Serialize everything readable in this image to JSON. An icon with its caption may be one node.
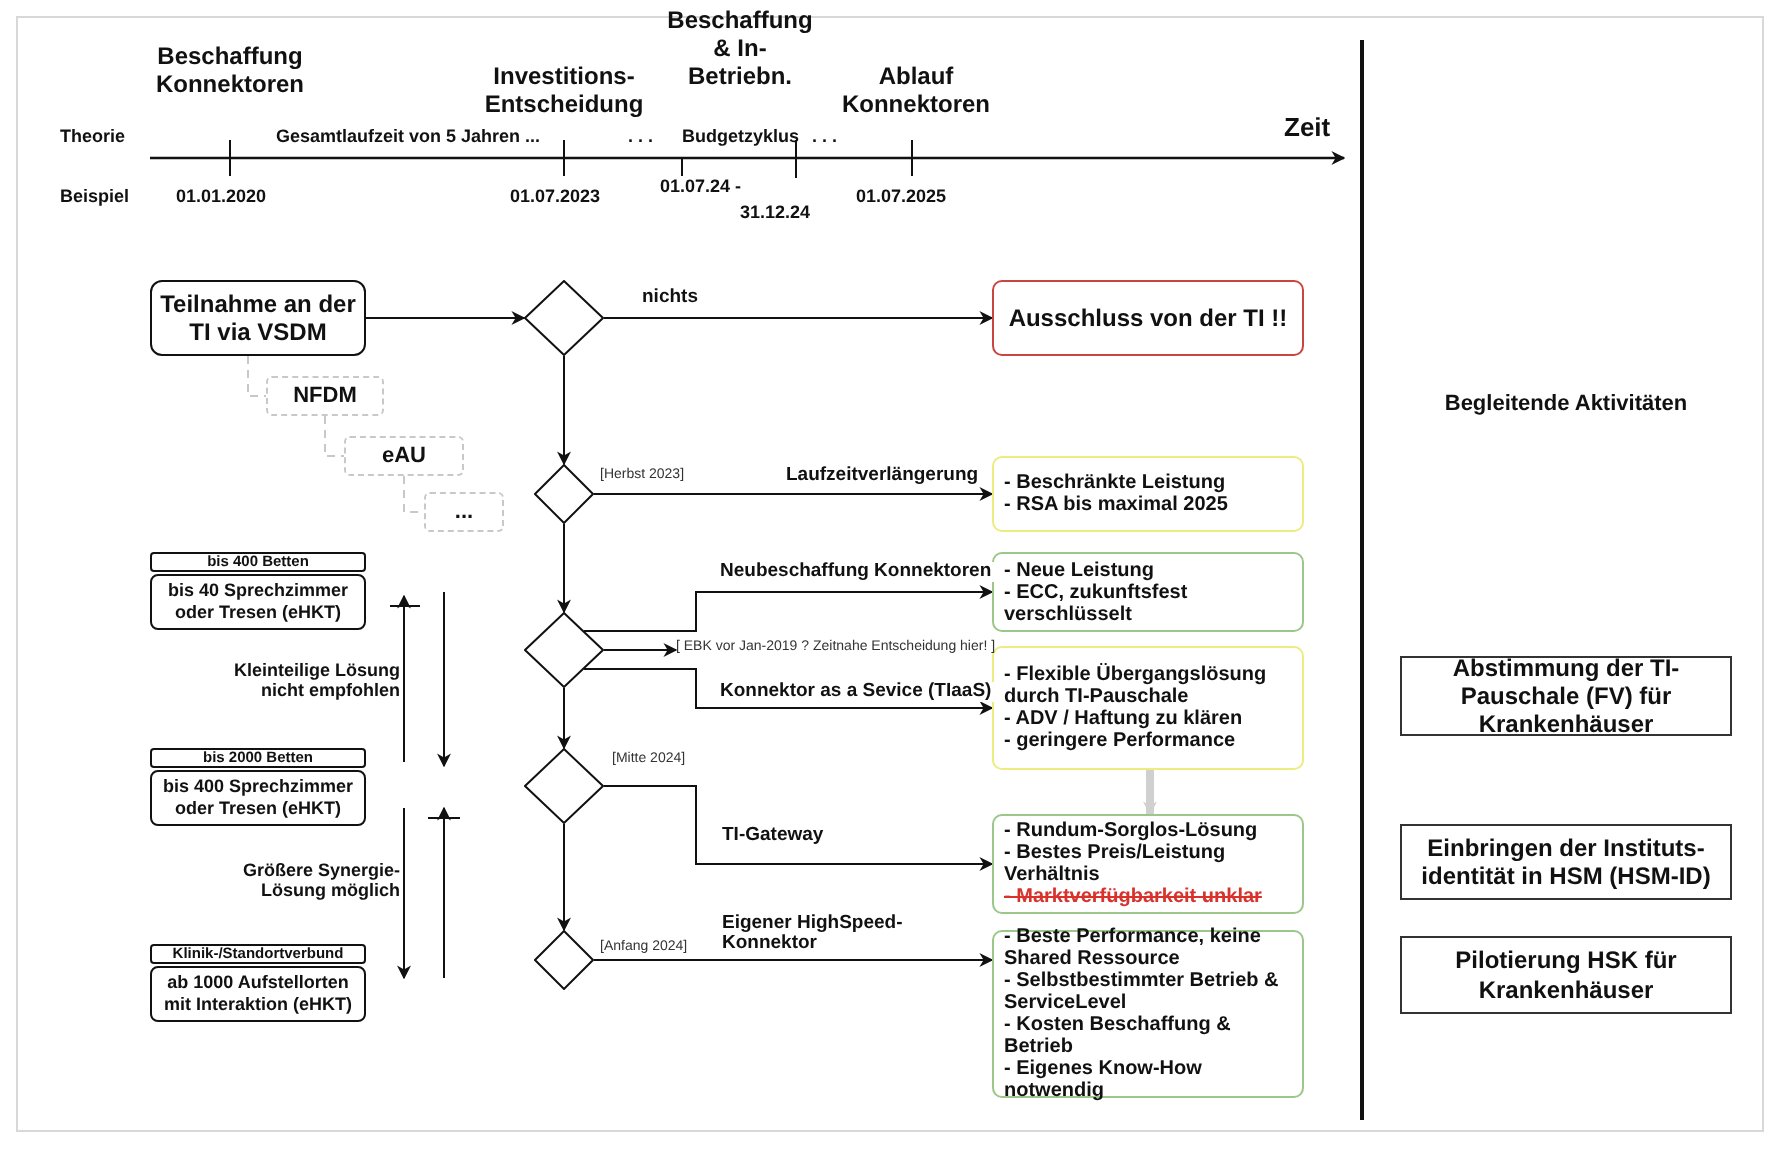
{
  "diagram": {
    "nodes": [
      {
        "text": [
          "Teilnahme an der TI via VSDM"
        ]
      },
      {
        "text": [
          "NFDM"
        ]
      },
      {
        "text": [
          "eAU"
        ]
      },
      {
        "text": [
          "..."
        ]
      },
      {
        "text": [],
        "shape": "diamond"
      },
      {
        "text": [
          "Ausschluss von der TI !!"
        ]
      },
      {
        "text": [],
        "shape": "diamond",
        "beside": [
          "[Herbst 2023]"
        ]
      },
      {
        "text": [
          "- Beschränkte Leistung",
          "- RSA bis maximal 2025"
        ]
      },
      {
        "text": [],
        "shape": "diamond"
      },
      {
        "text": [
          "- Neue Leistung",
          "- ECC, zukunftsfest verschlüsselt"
        ]
      },
      {
        "text": [
          "- Flexible Übergangslösung durch TI-Pauschale",
          "- ADV / Haftung zu klären",
          "- geringere Performance"
        ]
      },
      {
        "text": [],
        "shape": "diamond",
        "beside": [
          "[Mitte 2024]"
        ]
      },
      {
        "text": [
          "- Rundum-Sorglos-Lösung",
          "- Bestes Preis/Leistung Verhältnis",
          "- Marktverfügbarkeit unklar"
        ]
      },
      {
        "text": [],
        "shape": "diamond",
        "beside": [
          "[Anfang 2024]"
        ]
      },
      {
        "text": [
          "- Beste Performance, keine Shared Ressource",
          "- Selbstbestimmter Betrieb & ServiceLevel",
          "- Kosten Beschaffung & Betrieb",
          "- Eigenes Know-How notwendig"
        ]
      },
      {
        "text": [
          "bis 400 Betten"
        ]
      },
      {
        "text": [
          "bis 40 Sprechzimmer oder Tresen (eHKT)"
        ]
      },
      {
        "text": [
          "bis 2000 Betten"
        ]
      },
      {
        "text": [
          "bis 400 Sprechzimmer oder Tresen (eHKT)"
        ]
      },
      {
        "text": [
          "Klinik-/Standortverbund"
        ]
      },
      {
        "text": [
          "ab 1000 Aufstellorten mit Interaktion (eHKT)"
        ]
      },
      {
        "text": [
          "Abstimmung der TI-Pauschale (FV) für Krankenhäuser"
        ]
      },
      {
        "text": [
          "Einbringen der Instituts-identität in HSM (HSM-ID)"
        ]
      },
      {
        "text": [
          "Pilotierung HSK für Krankenhäuser"
        ]
      },
      {
        "text": [
          "[ EBK vor Jan-2019 ? Zeitnahe Entscheidung hier! ]"
        ]
      }
    ],
    "edges": [
      {
        "from": 0,
        "to": 4,
        "arrow": "to"
      },
      {
        "from": 4,
        "to": 5,
        "arrow": "to",
        "label": "nichts"
      },
      {
        "from": 4,
        "to": 6,
        "arrow": "to"
      },
      {
        "from": 6,
        "to": 7,
        "arrow": "to",
        "label": "Laufzeitverlängerung"
      },
      {
        "from": 6,
        "to": 8,
        "arrow": "to"
      },
      {
        "from": 8,
        "to": 9,
        "arrow": "to",
        "label": "Neubeschaffung Konnektoren"
      },
      {
        "from": 8,
        "to": 24,
        "arrow": "to"
      },
      {
        "from": 8,
        "to": 10,
        "arrow": "to",
        "label": "Konnektor as a Sevice (TIaaS)"
      },
      {
        "from": 8,
        "to": 11,
        "arrow": "to"
      },
      {
        "from": 11,
        "to": 12,
        "arrow": "to",
        "label": "TI-Gateway"
      },
      {
        "from": 11,
        "to": 13,
        "arrow": "to"
      },
      {
        "from": 13,
        "to": 14,
        "arrow": "to",
        "label": "Eigener HighSpeed-Konnektor"
      },
      {
        "from": 10,
        "to": 12,
        "arrow": "to",
        "style": "thick",
        "color": "#d0d0d0"
      },
      {
        "from": 0,
        "to": 1,
        "arrow": "none",
        "style": "dashed",
        "color": "#c8c8c8"
      },
      {
        "from": 1,
        "to": 2,
        "arrow": "none",
        "style": "dashed",
        "color": "#c8c8c8"
      },
      {
        "from": 2,
        "to": 3,
        "arrow": "none",
        "style": "dashed",
        "color": "#c8c8c8"
      }
    ],
    "labels": [
      "Beschaffung Konnektoren",
      "Investitions-Entscheidung",
      "Beschaffung & In-Betriebn.",
      "Ablauf Konnektoren",
      "Theorie",
      "Gesamtlaufzeit von 5 Jahren ...",
      ". . .",
      "Budgetzyklus",
      ". . .",
      "Zeit",
      "Beispiel",
      "01.01.2020",
      "01.07.2023",
      "01.07.24 -",
      "31.12.24",
      "01.07.2025",
      "Begleitende Aktivitäten",
      "Kleinteilige Lösung nicht empfohlen",
      "Größere Synergie-Lösung möglich"
    ]
  }
}
